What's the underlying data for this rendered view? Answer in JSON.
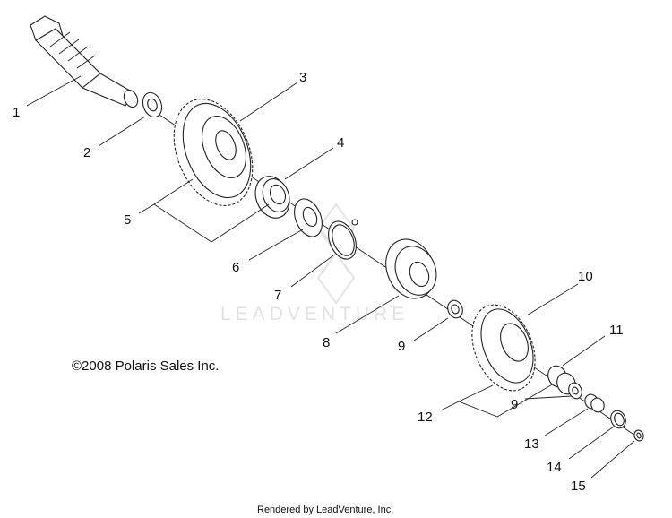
{
  "callouts": [
    {
      "id": "c1",
      "label": "1"
    },
    {
      "id": "c2",
      "label": "2"
    },
    {
      "id": "c3",
      "label": "3"
    },
    {
      "id": "c4",
      "label": "4"
    },
    {
      "id": "c5",
      "label": "5"
    },
    {
      "id": "c6",
      "label": "6"
    },
    {
      "id": "c7",
      "label": "7"
    },
    {
      "id": "c8",
      "label": "8"
    },
    {
      "id": "c9a",
      "label": "9"
    },
    {
      "id": "c10",
      "label": "10"
    },
    {
      "id": "c11",
      "label": "11"
    },
    {
      "id": "c12",
      "label": "12"
    },
    {
      "id": "c9b",
      "label": "9"
    },
    {
      "id": "c13",
      "label": "13"
    },
    {
      "id": "c14",
      "label": "14"
    },
    {
      "id": "c15",
      "label": "15"
    }
  ],
  "copyright": "©2008 Polaris Sales Inc.",
  "watermark": "LEADVENTURE",
  "footer": "Rendered by LeadVenture, Inc."
}
